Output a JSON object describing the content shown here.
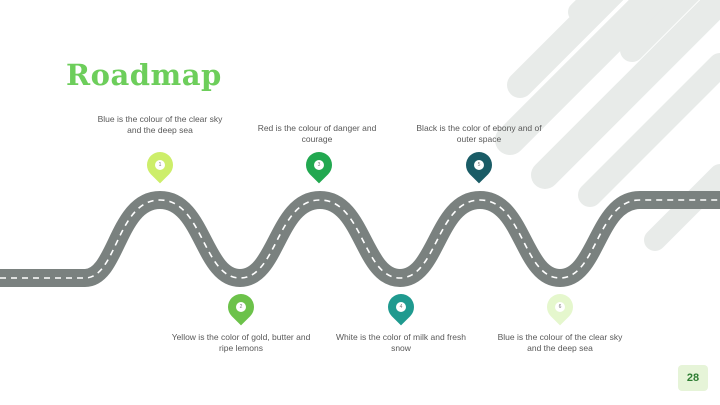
{
  "slide": {
    "title": "Roadmap",
    "page_number": "28",
    "colors": {
      "title": "#6dce5b",
      "road": "#7a817f",
      "road_dash": "#ffffff",
      "deco": "#e8ebe9",
      "caption": "#595959",
      "page_badge_bg": "#e6f4d8",
      "page_badge_text": "#2e7d32"
    }
  },
  "milestones": [
    {
      "label": "Blue is the colour of the clear sky and the deep sea",
      "number": "1",
      "color": "#cdee6a",
      "icon": "map-pin-icon"
    },
    {
      "label": "Yellow is the color of gold, butter and ripe lemons",
      "number": "2",
      "color": "#6cc24a",
      "icon": "map-pin-icon"
    },
    {
      "label": "Red is the colour of danger and courage",
      "number": "3",
      "color": "#22a850",
      "icon": "map-pin-icon"
    },
    {
      "label": "White is the color of milk and fresh snow",
      "number": "4",
      "color": "#1f9a8f",
      "icon": "map-pin-icon"
    },
    {
      "label": "Black is the color of ebony and of outer space",
      "number": "5",
      "color": "#1a5c66",
      "icon": "map-pin-icon"
    },
    {
      "label": "Blue is the colour of the clear sky and the deep sea",
      "number": "6",
      "color": "#e5f7cd",
      "icon": "map-pin-icon"
    }
  ]
}
